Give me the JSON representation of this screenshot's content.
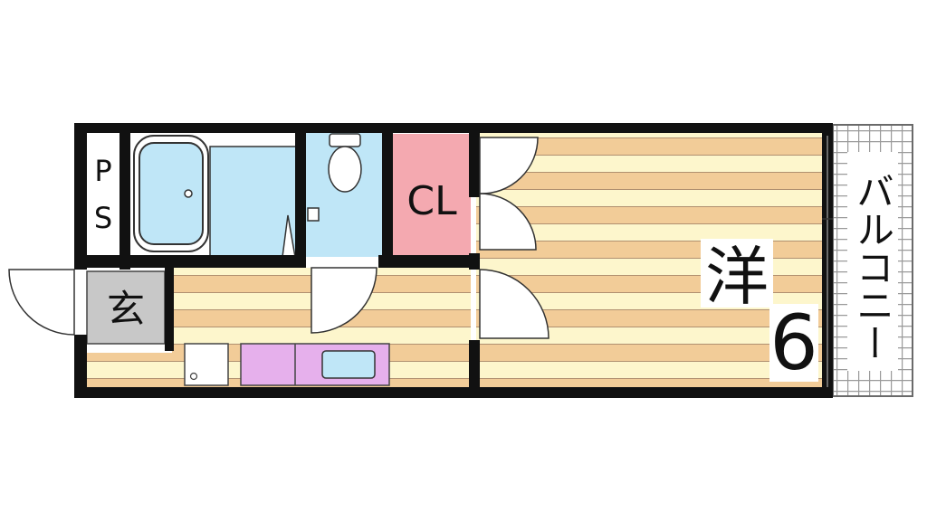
{
  "rooms": {
    "ps": {
      "label": "PS"
    },
    "closet": {
      "label": "CL"
    },
    "entrance": {
      "label": "玄"
    },
    "western_room": {
      "label": "洋",
      "size": "6"
    },
    "balcony": {
      "label": "バルコニー"
    }
  },
  "colors": {
    "wall": "#111111",
    "floor_tan": "#f2cc98",
    "floor_cream": "#fdf6cc",
    "wet_area": "#bfe6f7",
    "closet": "#f4a9b0",
    "kitchen": "#e6b0ec",
    "entrance": "#c8c8c8",
    "balcony_grid": "#9a9a9a"
  }
}
